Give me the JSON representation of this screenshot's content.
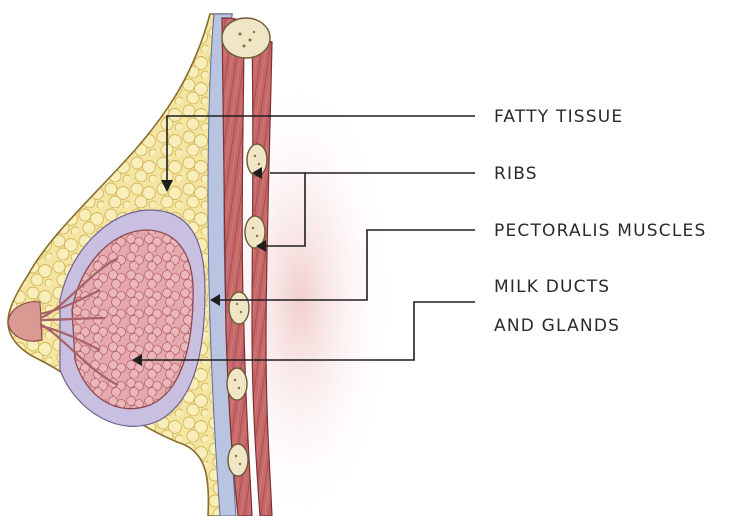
{
  "labels": {
    "fatty_tissue": "FATTY TISSUE",
    "ribs": "RIBS",
    "pectoralis": "PECTORALIS MUSCLES",
    "milk_line1": "MILK DUCTS",
    "milk_line2": "AND GLANDS"
  },
  "colors": {
    "fat": "#f4e6a2",
    "fat_outline": "#c9a94b",
    "muscle": "#c6696a",
    "muscle_dark": "#a84a4e",
    "fascia": "#b8c4e0",
    "gland": "#e5a8ac",
    "gland_dark": "#b8676d",
    "gland_pocket": "#c9bfe0",
    "rib": "#f0e6c6",
    "shadow": "#f3dcdc",
    "leader": "#1f1f1f"
  }
}
